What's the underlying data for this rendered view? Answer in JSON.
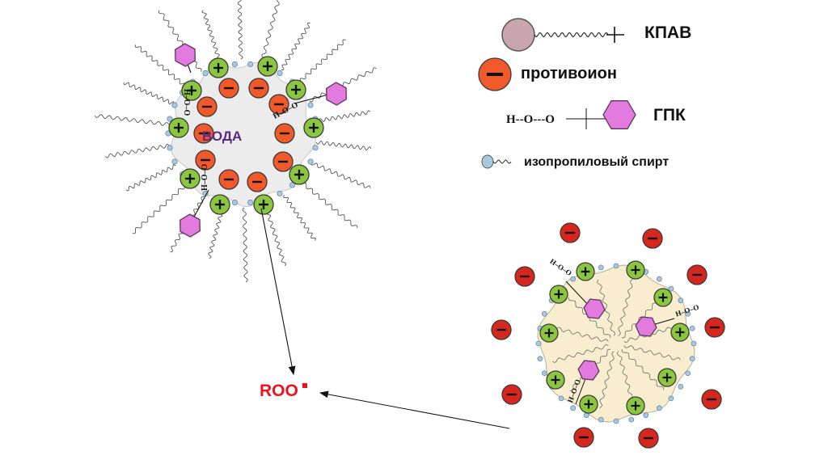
{
  "legend": {
    "surfactant": "КПАВ",
    "counterion": "противоион",
    "hydroperoxide_formula": "H--O---O",
    "hydroperoxide": "ГПК",
    "isopropanol": "изопропиловый спирт"
  },
  "micelle_reverse": {
    "core_label": "ВОДА",
    "bond_label": "H–O–O"
  },
  "micelle_direct": {
    "bond_label": "H–O–O"
  },
  "radical": {
    "label": "ROO"
  },
  "colors": {
    "cation": "#8cc63f",
    "anion": "#f1592a",
    "counterion": "#d7261e",
    "hexagon": "#e27ae0",
    "bead": "#a8c8e0",
    "core": "#ececec",
    "direct_core": "#f8edcf",
    "radical": "#e8141e",
    "water_label": "#5a2a82"
  },
  "icons": [
    "plus-icon",
    "minus-icon",
    "hexagon-icon",
    "bead-icon",
    "arrow-icon"
  ]
}
